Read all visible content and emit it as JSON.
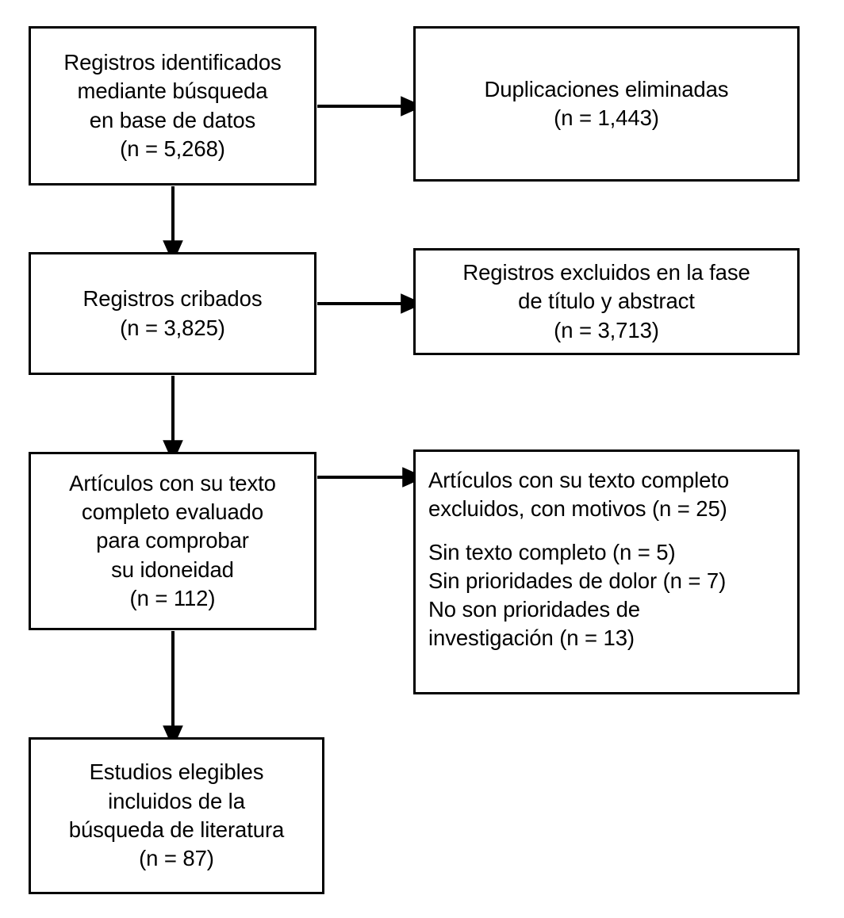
{
  "diagram": {
    "type": "prisma-flow-diagram",
    "language": "es",
    "background_color": "#ffffff",
    "border_color": "#000000",
    "text_color": "#000000"
  },
  "nodes": {
    "identification": {
      "name": "Registros identificados mediante búsqueda en base de datos",
      "align": "center",
      "lines": [
        "Registros identificados",
        "mediante búsqueda",
        "en base de datos",
        "(n = 5,268)"
      ],
      "count": 5268
    },
    "duplicates_removed": {
      "name": "Duplicaciones eliminadas",
      "align": "center",
      "lines": [
        "Duplicaciones eliminadas",
        "(n = 1,443)"
      ],
      "count": 1443
    },
    "screened": {
      "name": "Registros cribados",
      "align": "center",
      "lines": [
        "Registros cribados",
        "(n = 3,825)"
      ],
      "count": 3825
    },
    "excluded_title_abstract": {
      "name": "Registros excluidos en la fase de título y abstract",
      "align": "center",
      "lines": [
        "Registros excluidos en la fase",
        "de título y abstract",
        "(n = 3,713)"
      ],
      "count": 3713
    },
    "fulltext_assessed": {
      "name": "Artículos con su texto completo evaluado para comprobar su idoneidad",
      "align": "center",
      "lines": [
        "Artículos con su texto",
        "completo evaluado",
        "para comprobar",
        "su idoneidad",
        "(n = 112)"
      ],
      "count": 112
    },
    "excluded_fulltext": {
      "name": "Artículos con su texto completo excluidos, con motivos",
      "align": "left",
      "lines": [
        "Artículos con su texto completo",
        "excluidos, con motivos (n = 25)",
        "",
        "Sin texto completo (n = 5)",
        "Sin prioridades de dolor (n = 7)",
        "No son prioridades de",
        "investigación (n = 13)"
      ],
      "count": 25,
      "reasons": [
        {
          "label": "Sin texto completo",
          "count": 5
        },
        {
          "label": "Sin prioridades de dolor",
          "count": 7
        },
        {
          "label": "No son prioridades de investigación",
          "count": 13
        }
      ]
    },
    "included": {
      "name": "Estudios elegibles incluidos de la búsqueda de literatura",
      "align": "center",
      "lines": [
        "Estudios elegibles",
        "incluidos de la",
        "búsqueda de literatura",
        "(n = 87)"
      ],
      "count": 87
    }
  },
  "connectors": [
    {
      "name": "identification-to-duplicates",
      "direction": "right"
    },
    {
      "name": "identification-to-screened",
      "direction": "down"
    },
    {
      "name": "screened-to-excluded-title-abstract",
      "direction": "right"
    },
    {
      "name": "screened-to-fulltext",
      "direction": "down"
    },
    {
      "name": "fulltext-to-excluded-fulltext",
      "direction": "right"
    },
    {
      "name": "fulltext-to-included",
      "direction": "down"
    }
  ]
}
